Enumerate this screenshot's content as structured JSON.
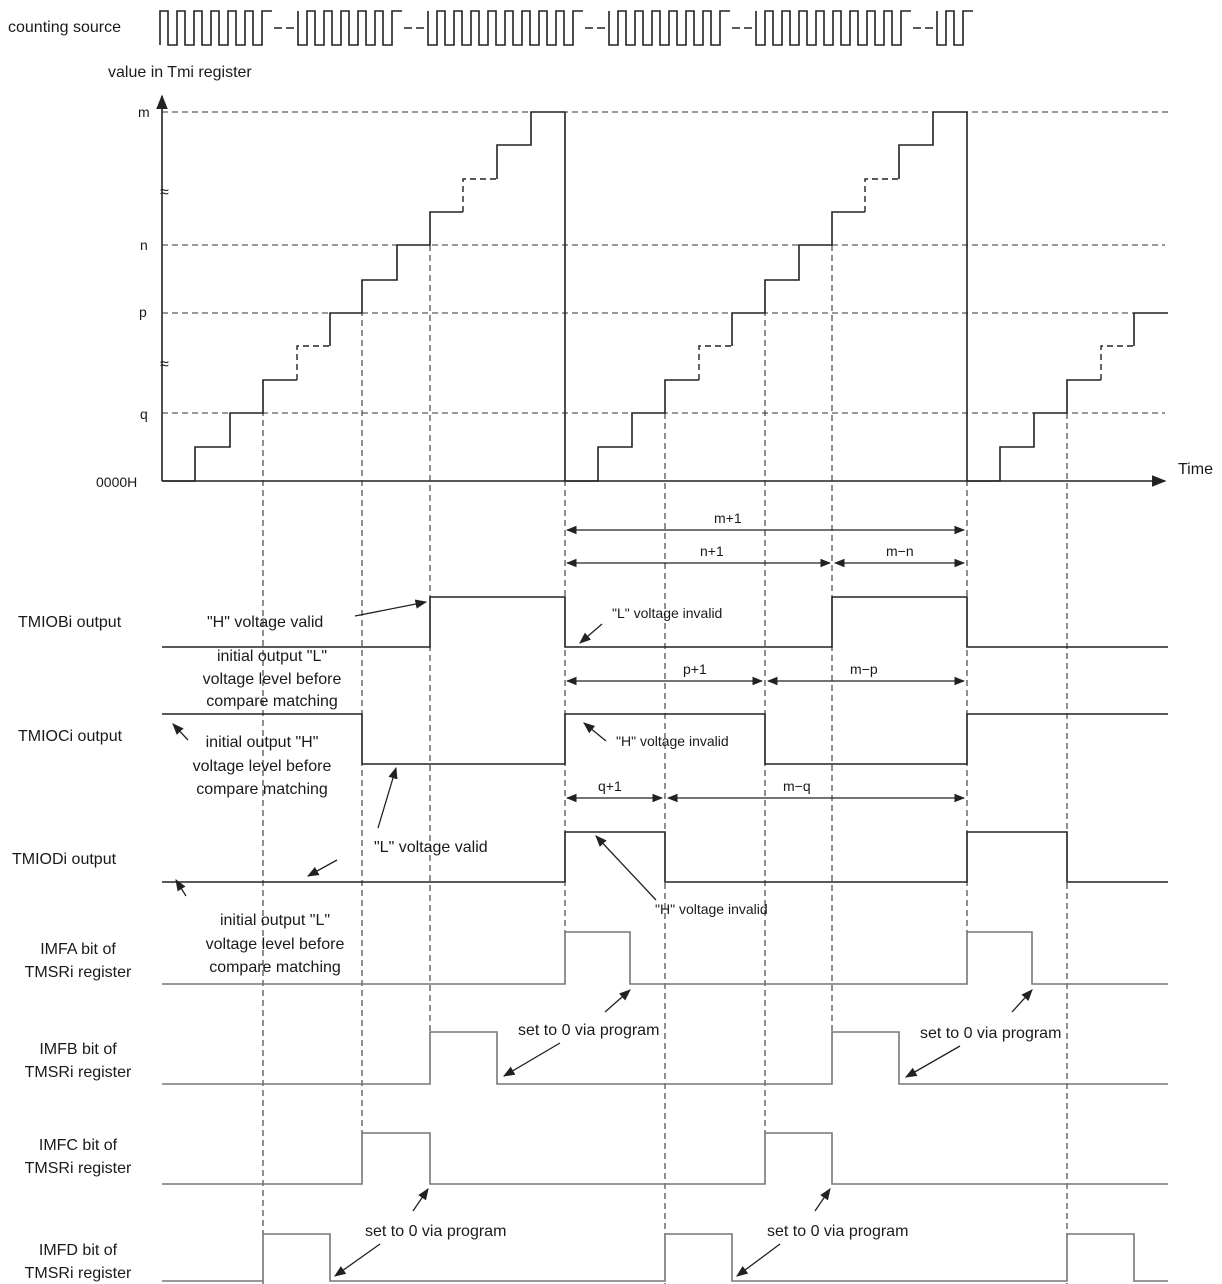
{
  "signals": {
    "counting_source": "counting source",
    "y_axis": "value in Tmi register",
    "time_axis": "Time",
    "tmiobi": "TMIOBi output",
    "tmioci": "TMIOCi output",
    "tmiodi": "TMIODi output",
    "imfa": [
      "IMFA bit of",
      "TMSRi register"
    ],
    "imfb": [
      "IMFB bit of",
      "TMSRi register"
    ],
    "imfc": [
      "IMFC bit of",
      "TMSRi register"
    ],
    "imfd": [
      "IMFD bit of",
      "TMSRi register"
    ]
  },
  "levels": {
    "m": "m",
    "n": "n",
    "p": "p",
    "q": "q",
    "zero": "0000H",
    "break": "≈"
  },
  "intervals": {
    "m_plus_1": "m+1",
    "n_plus_1": "n+1",
    "m_minus_n": "m−n",
    "p_plus_1": "p+1",
    "m_minus_p": "m−p",
    "q_plus_1": "q+1",
    "m_minus_q": "m−q"
  },
  "annotations": {
    "h_valid": "\"H\" voltage valid",
    "l_invalid": "\"L\" voltage invalid",
    "h_invalid": "\"H\" voltage invalid",
    "l_valid": "\"L\" voltage valid",
    "init_l_b": [
      "initial output \"L\"",
      "voltage level before",
      "compare matching"
    ],
    "init_h_c": [
      "initial output \"H\"",
      "voltage level before",
      "compare matching"
    ],
    "init_l_d": [
      "initial output \"L\"",
      "voltage level before",
      "compare matching"
    ],
    "set_to_0": "set to 0 via program"
  }
}
